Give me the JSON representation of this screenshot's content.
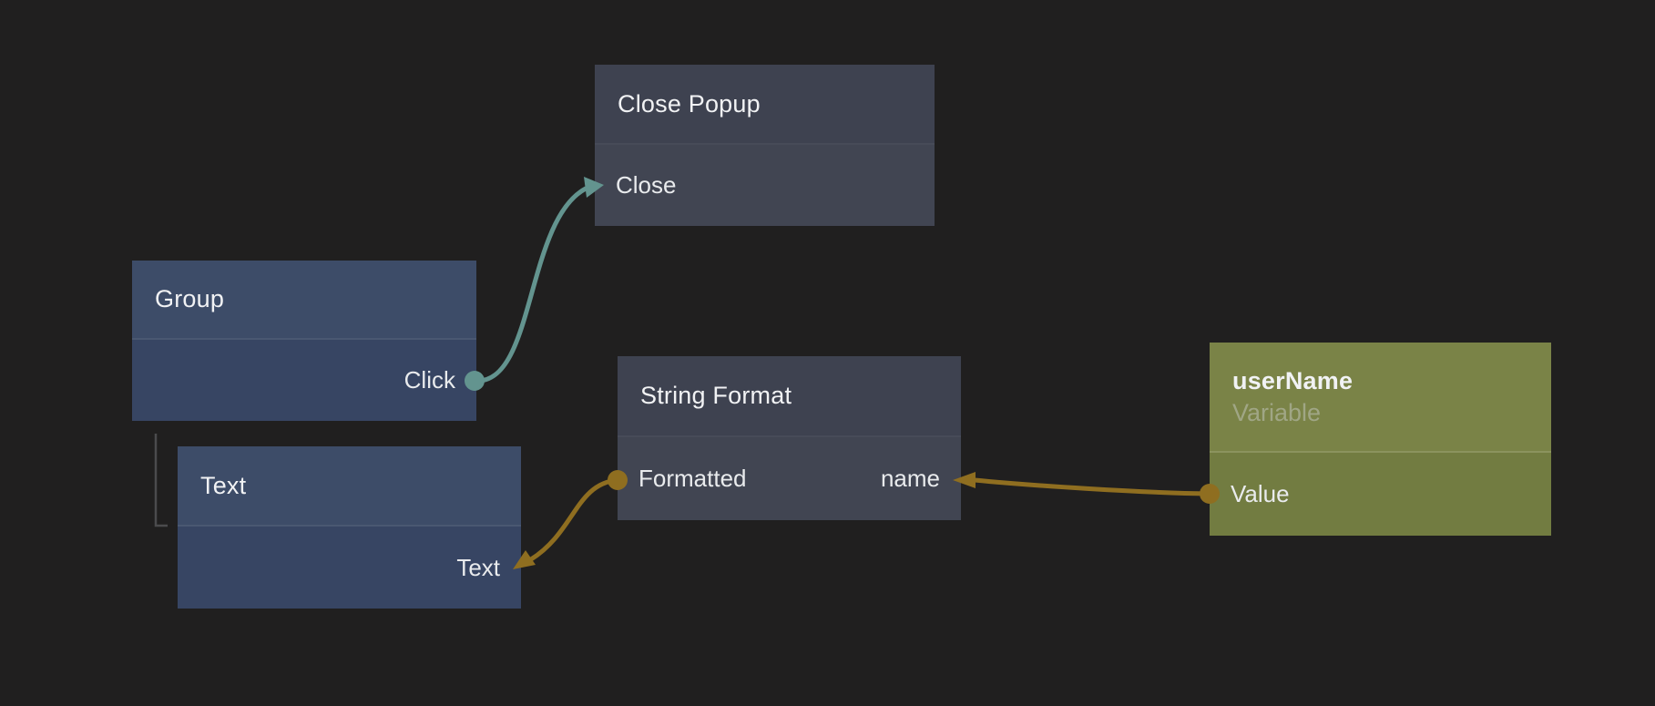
{
  "colors": {
    "background": "#201f1f",
    "exec_link": "#63948f",
    "data_link": "#8f6e20",
    "tree_line": "#4b4b4d",
    "node_action_header": "#3e4250",
    "node_action_body": "#414552",
    "node_element_header": "#3d4c68",
    "node_element_body": "#374563",
    "node_variable_header": "#7a8347",
    "node_variable_body": "#727c41",
    "title_text": "#f1f2f4",
    "port_text": "#e9ebed",
    "subtitle_text": "#a0a685"
  },
  "nodes": {
    "close_popup": {
      "title": "Close Popup",
      "ports": {
        "close": "Close"
      }
    },
    "group": {
      "title": "Group",
      "ports": {
        "click": "Click"
      }
    },
    "text": {
      "title": "Text",
      "ports": {
        "text": "Text"
      }
    },
    "string_format": {
      "title": "String Format",
      "ports": {
        "formatted": "Formatted",
        "name": "name"
      }
    },
    "user_name": {
      "title": "userName",
      "subtitle": "Variable",
      "ports": {
        "value": "Value"
      }
    }
  },
  "edges": [
    {
      "from": "group.click",
      "to": "close_popup.close",
      "type": "exec"
    },
    {
      "from": "string_format.formatted",
      "to": "text.text",
      "type": "data"
    },
    {
      "from": "user_name.value",
      "to": "string_format.name",
      "type": "data"
    }
  ]
}
